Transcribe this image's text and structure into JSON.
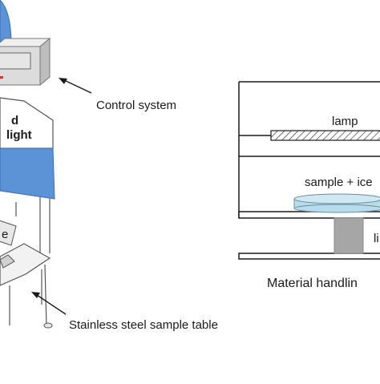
{
  "diagram": {
    "left": {
      "control_system_label": "Control system",
      "light_label_line1": "d",
      "light_label_line2": "light",
      "sample_label_fragment": "e",
      "table_label": "Stainless steel sample table"
    },
    "right": {
      "lamp_label": "lamp",
      "sample_label": "sample + ice",
      "lift_label": "li",
      "caption": "Material handlin"
    },
    "colors": {
      "blue": "#5b93d6",
      "gray_light": "#d8d8d8",
      "gray_mid": "#a6a6a6",
      "sample_fill": "#b9dcea",
      "stroke": "#1a1a1a",
      "indicator_red": "#e0302a"
    }
  }
}
